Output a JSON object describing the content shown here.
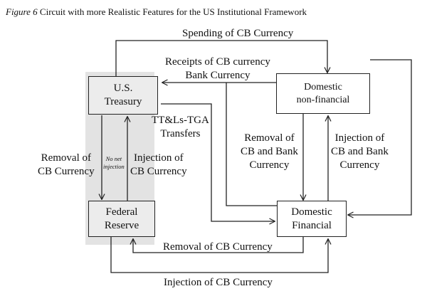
{
  "caption": {
    "figure_label": "Figure 6",
    "title": "Circuit with more Realistic Features for the US Institutional Framework"
  },
  "nodes": {
    "treasury": [
      "U.S.",
      "Treasury"
    ],
    "fed": [
      "Federal",
      "Reserve"
    ],
    "nonfin": [
      "Domestic",
      "non-financial"
    ],
    "fin": [
      "Domestic",
      "Financial"
    ]
  },
  "flows": {
    "spending": "Spending of CB Currency",
    "receipts": [
      "Receipts of CB currency",
      "Bank Currency"
    ],
    "ttl": [
      "TT&Ls-TGA",
      "Transfers"
    ],
    "removal_tf": [
      "Removal of",
      "CB Currency"
    ],
    "injection_tf": [
      "Injection of",
      "CB Currency"
    ],
    "no_net": [
      "No net",
      "injection"
    ],
    "removal_bank": [
      "Removal of",
      "CB and Bank",
      "Currency"
    ],
    "injection_bank": [
      "Injection of",
      "CB and Bank",
      "Currency"
    ],
    "removal_cb": "Removal of CB Currency",
    "injection_cb": "Injection of CB Currency"
  },
  "colors": {
    "shaded_region": "#e3e3e3",
    "gray_box": "#ececec",
    "line": "#222222"
  }
}
